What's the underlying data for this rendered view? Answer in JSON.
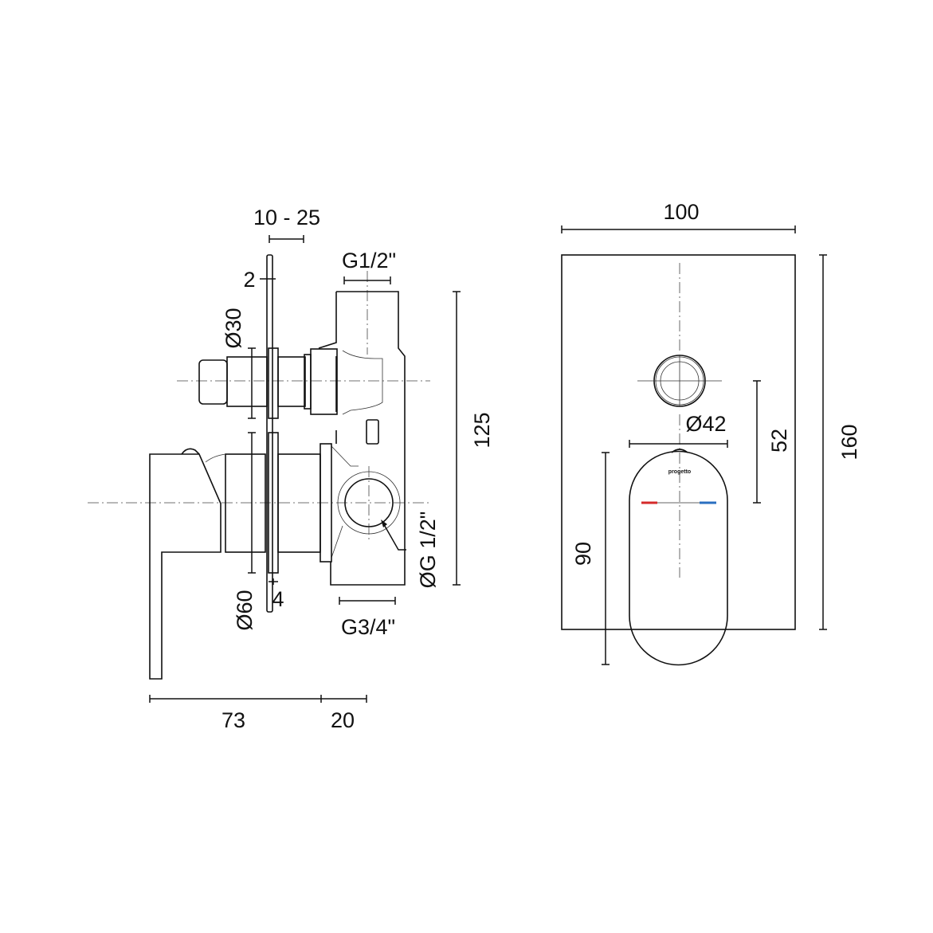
{
  "side_view": {
    "dimensions": {
      "plate_adjust": "10 - 25",
      "plate_thickness": "2",
      "top_connection": "G1/2\"",
      "button_diameter": "Ø30",
      "height": "125",
      "side_outlet": "ØG 1/2\"",
      "handle_diameter": "Ø60",
      "flange": "4",
      "bottom_connection": "G3/4\"",
      "projection": "73",
      "depth": "20"
    }
  },
  "front_view": {
    "dimensions": {
      "width": "100",
      "height": "160",
      "button_diameter": "Ø42",
      "centers_distance": "52",
      "handle_length": "90"
    },
    "logo_text": "progetto",
    "colors": {
      "hot": "#d42a2a",
      "cold": "#2a6fc0"
    }
  }
}
